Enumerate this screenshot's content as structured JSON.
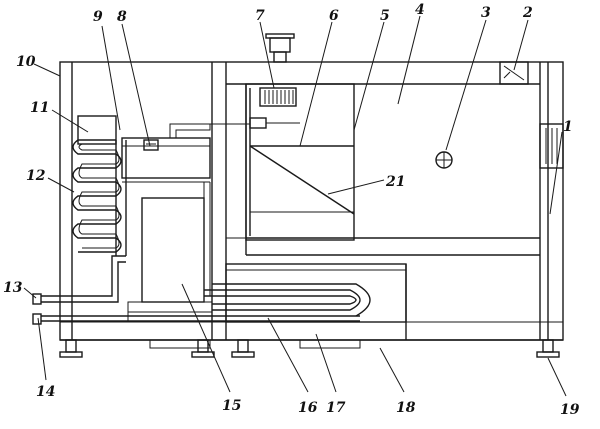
{
  "labels": {
    "l1": "1",
    "l2": "2",
    "l3": "3",
    "l4": "4",
    "l5": "5",
    "l6": "6",
    "l7": "7",
    "l8": "8",
    "l9": "9",
    "l10": "10",
    "l11": "11",
    "l12": "12",
    "l13": "13",
    "l14": "14",
    "l15": "15",
    "l16": "16",
    "l17": "17",
    "l18": "18",
    "l19": "19",
    "l21": "21"
  }
}
